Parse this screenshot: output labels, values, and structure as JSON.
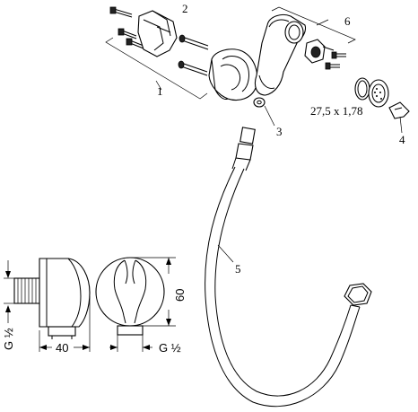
{
  "callouts": {
    "c1": "1",
    "c2": "2",
    "c3": "3",
    "c4": "4",
    "c5": "5",
    "c6": "6",
    "oring": "27,5 x 1,78"
  },
  "dimensions": {
    "thread_left": "G ½",
    "width": "40",
    "thread_bottom": "G ½",
    "height": "60"
  }
}
